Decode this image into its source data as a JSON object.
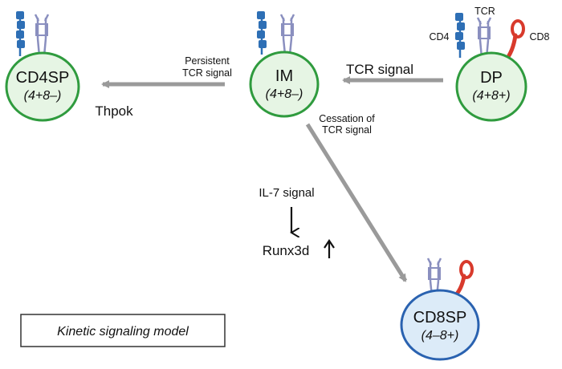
{
  "cells": {
    "cd4sp": {
      "name": "CD4SP",
      "ratio": "(4+8–)",
      "fill": "#e6f5e4",
      "stroke": "#2f9b3e"
    },
    "im": {
      "name": "IM",
      "ratio": "(4+8–)",
      "fill": "#e6f5e4",
      "stroke": "#2f9b3e"
    },
    "dp": {
      "name": "DP",
      "ratio": "(4+8+)",
      "fill": "#e6f5e4",
      "stroke": "#2f9b3e"
    },
    "cd8sp": {
      "name": "CD8SP",
      "ratio": "(4–8+)",
      "fill": "#dcebf8",
      "stroke": "#2a62b0"
    }
  },
  "receptor_labels": {
    "cd4": "CD4",
    "tcr": "TCR",
    "cd8": "CD8"
  },
  "signals": {
    "tcr_signal": "TCR signal",
    "persistent_line1": "Persistent",
    "persistent_line2": "TCR signal",
    "cessation_line1": "Cessation of",
    "cessation_line2": "TCR signal",
    "il7_signal": "IL-7 signal"
  },
  "factors": {
    "thpok": "Thpok",
    "runx3d": "Runx3d"
  },
  "model_label": "Kinetic signaling model",
  "colors": {
    "arrow": "#9a9a9a",
    "cd4_molecule": "#2e6fb5",
    "tcr_molecule": "#8a8fbf",
    "cd8_molecule": "#d83a2c"
  }
}
